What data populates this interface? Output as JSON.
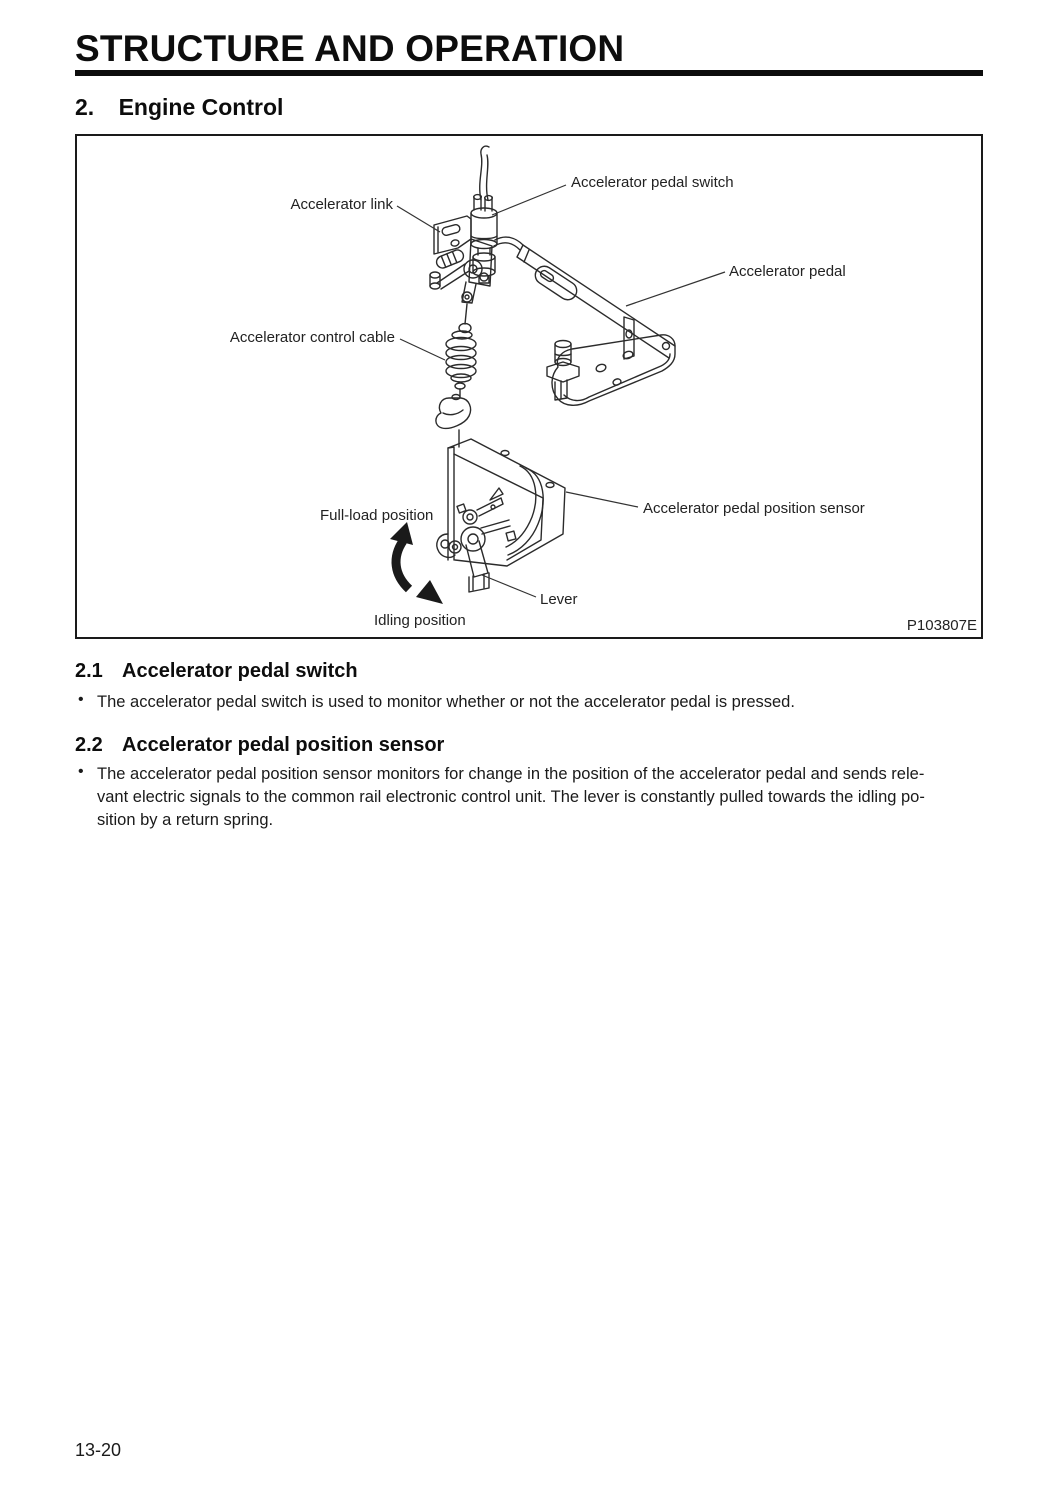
{
  "page": {
    "title": "STRUCTURE AND OPERATION",
    "section": {
      "number": "2.",
      "title": "Engine Control"
    },
    "footer_page_number": "13-20"
  },
  "figure": {
    "code": "P103807E",
    "labels": {
      "accelerator_link": "Accelerator link",
      "accelerator_pedal_switch": "Accelerator pedal switch",
      "accelerator_pedal": "Accelerator pedal",
      "accelerator_control_cable": "Accelerator control cable",
      "full_load_position": "Full-load position",
      "accelerator_pedal_position_sensor": "Accelerator pedal position sensor",
      "lever": "Lever",
      "idling_position": "Idling position"
    },
    "ink_color": "#2b2b2b",
    "arrow_color": "#1a1a1a"
  },
  "sections": [
    {
      "number": "2.1",
      "heading": "Accelerator pedal switch",
      "bullet": "•",
      "lines": [
        "The accelerator pedal switch is used to monitor whether or not the accelerator pedal is pressed."
      ]
    },
    {
      "number": "2.2",
      "heading": "Accelerator pedal position sensor",
      "bullet": "•",
      "lines": [
        "The accelerator pedal position sensor monitors for change in the position of the accelerator pedal and sends rele-",
        "vant electric signals to the common rail electronic control unit. The lever is constantly pulled towards the idling po-",
        "sition by a return spring."
      ]
    }
  ]
}
